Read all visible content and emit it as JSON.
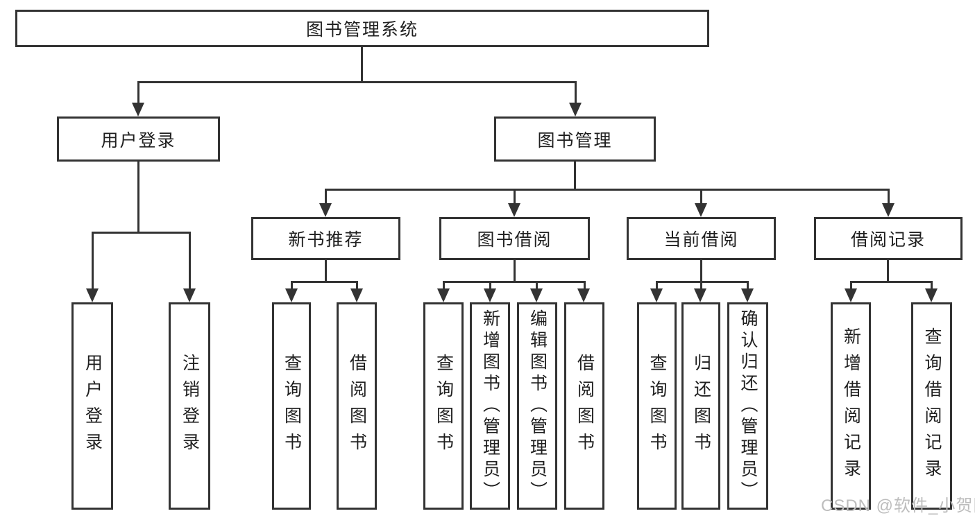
{
  "nodes": {
    "root": {
      "label": "图书管理系统"
    },
    "level1": [
      {
        "label": "用户登录"
      },
      {
        "label": "图书管理"
      }
    ],
    "level2": [
      {
        "label": "新书推荐"
      },
      {
        "label": "图书借阅"
      },
      {
        "label": "当前借阅"
      },
      {
        "label": "借阅记录"
      }
    ],
    "leaves": {
      "user_login": [
        {
          "label": "用户登录"
        },
        {
          "label": "注销登录"
        }
      ],
      "new_books": [
        {
          "label": "查询图书"
        },
        {
          "label": "借阅图书"
        }
      ],
      "book_borrow": [
        {
          "label": "查询图书"
        },
        {
          "label": "新增图书（管理员）"
        },
        {
          "label": "编辑图书（管理员）"
        },
        {
          "label": "借阅图书"
        }
      ],
      "current_borrow": [
        {
          "label": "查询图书"
        },
        {
          "label": "归还图书"
        },
        {
          "label": "确认归还（管理员）"
        }
      ],
      "borrow_records": [
        {
          "label": "新增借阅记录"
        },
        {
          "label": "查询借阅记录"
        }
      ]
    }
  },
  "watermark": {
    "text": "CSDN @软件_小贺同学"
  },
  "colors": {
    "line": "#333333",
    "box_border": "#333333",
    "box_fill": "#ffffff",
    "text": "#1f1f1f",
    "watermark": "#bdbdbd",
    "background": "#ffffff"
  }
}
